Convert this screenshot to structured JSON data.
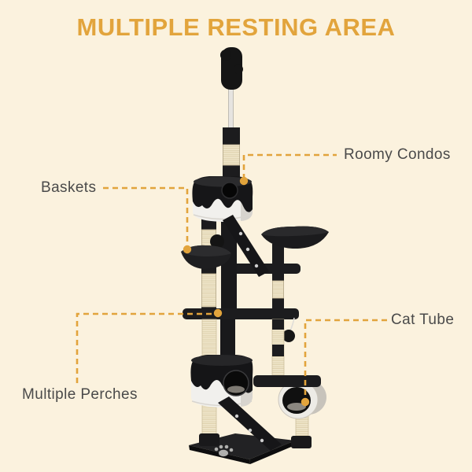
{
  "title": "MULTIPLE RESTING AREA",
  "callouts": [
    {
      "id": "roomy-condos",
      "label": "Roomy Condos"
    },
    {
      "id": "baskets",
      "label": "Baskets"
    },
    {
      "id": "cat-tube",
      "label": "Cat Tube"
    },
    {
      "id": "multiple-perches",
      "label": "Multiple Perches"
    }
  ],
  "colors": {
    "background": "#FBF2DE",
    "accent_gold": "#E2A43C",
    "label_text": "#4A4A4A",
    "tree_black": "#1C1C1E",
    "sisal_beige": "#F0E6CB",
    "fabric_white": "#F1F0ED"
  },
  "illustration": {
    "subject": "black and white floor-to-ceiling cat tree",
    "parts": [
      "ceiling rod",
      "plush topper",
      "scratching posts",
      "drip-pattern condos",
      "basket",
      "perch hammock",
      "platforms",
      "studded ramps",
      "hanging ball toy",
      "cat tube",
      "paw print base"
    ]
  }
}
